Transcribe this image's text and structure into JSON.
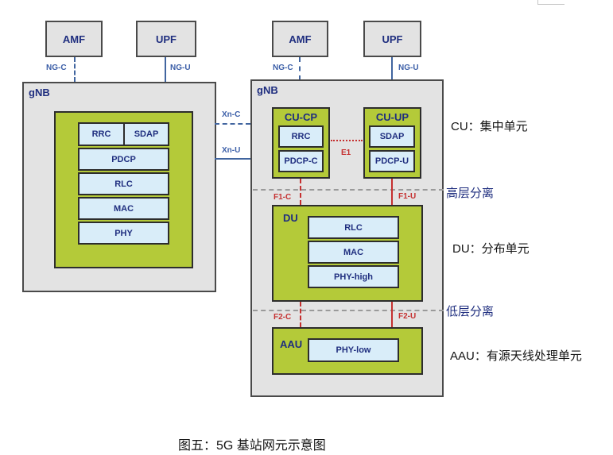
{
  "diagram": {
    "left": {
      "amf": "AMF",
      "upf": "UPF",
      "ng_c": "NG-C",
      "ng_u": "NG-U",
      "gnb_title": "gNB",
      "stack_top": [
        "RRC",
        "SDAP"
      ],
      "stack": [
        "PDCP",
        "RLC",
        "MAC",
        "PHY"
      ]
    },
    "xn": {
      "xn_c": "Xn-C",
      "xn_u": "Xn-U"
    },
    "right": {
      "amf": "AMF",
      "upf": "UPF",
      "ng_c": "NG-C",
      "ng_u": "NG-U",
      "gnb_title": "gNB",
      "cu_cp": {
        "title": "CU-CP",
        "layers": [
          "RRC",
          "PDCP-C"
        ]
      },
      "cu_up": {
        "title": "CU-UP",
        "layers": [
          "SDAP",
          "PDCP-U"
        ]
      },
      "e1": "E1",
      "f1_c": "F1-C",
      "f1_u": "F1-U",
      "du": {
        "title": "DU",
        "layers": [
          "RLC",
          "MAC",
          "PHY-high"
        ]
      },
      "f2_c": "F2-C",
      "f2_u": "F2-U",
      "aau": {
        "title": "AAU",
        "layers": [
          "PHY-low"
        ]
      }
    },
    "annotations": {
      "cu": "CU：集中单元",
      "high_split": "高层分离",
      "du": "DU：分布单元",
      "low_split": "低层分离",
      "aau": "AAU：有源天线处理单元"
    },
    "caption": "图五：5G 基站网元示意图"
  },
  "colors": {
    "node_fill": "#e3e3e3",
    "green_fill": "#b4ca39",
    "layer_fill": "#d9edf9",
    "navy_text": "#1f2e7f",
    "blue_line": "#41659f",
    "red_line": "#c53030",
    "split_gray": "#9a9a9a"
  }
}
